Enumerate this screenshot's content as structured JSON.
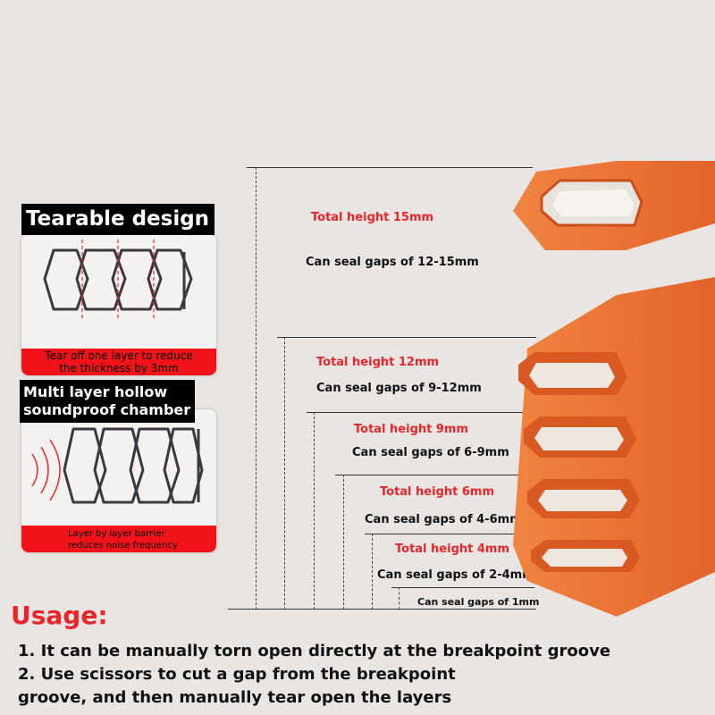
{
  "tearable": {
    "title": "Tearable design",
    "caption_line1": "Tear off one layer to reduce",
    "caption_line2": "the thickness by 3mm"
  },
  "chamber": {
    "title_line1": "Multi layer hollow",
    "title_line2": "soundproof chamber",
    "caption_line1": "Layer by layer barrier",
    "caption_line2": "reduces noise frequency"
  },
  "specs": [
    {
      "height": "Total height 15mm",
      "gap": "Can seal gaps of 12-15mm"
    },
    {
      "height": "Total height 12mm",
      "gap": "Can seal gaps of 9-12mm"
    },
    {
      "height": "Total height 9mm",
      "gap": "Can seal gaps of 6-9mm"
    },
    {
      "height": "Total height 6mm",
      "gap": "Can seal gaps of 4-6mm"
    },
    {
      "height": "Total height 4mm",
      "gap": "Can seal gaps of 2-4mm"
    },
    {
      "height": "",
      "gap": "Can seal gaps of 1mm"
    }
  ],
  "usage": {
    "title": "Usage:",
    "line1": "1. It can be manually torn open directly at the breakpoint groove",
    "line2": "2. Use scissors to cut a gap from the breakpoint",
    "line3": "groove, and then manually tear open the layers"
  },
  "colors": {
    "accent_red": "#e8262a",
    "strip_orange": "#e8702c",
    "background": "#e9e5e2"
  }
}
